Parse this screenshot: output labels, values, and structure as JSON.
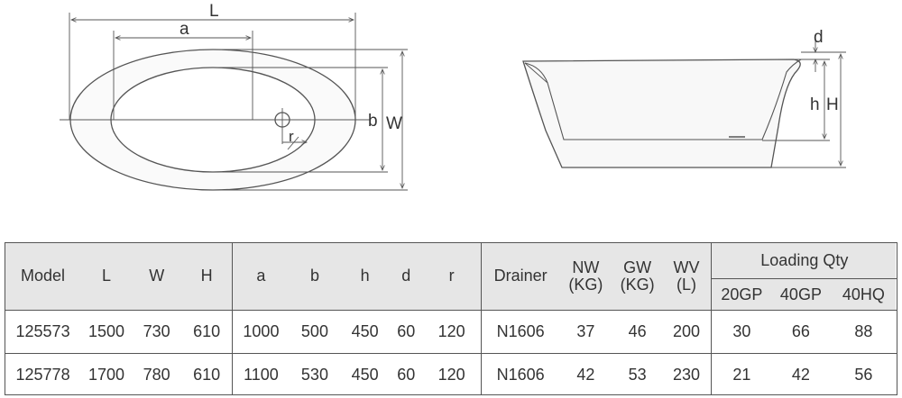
{
  "dimension_labels": {
    "top_view": {
      "L": "L",
      "a": "a",
      "b": "b",
      "W": "W",
      "r": "r"
    },
    "side_view": {
      "d": "d",
      "h": "h",
      "H": "H"
    }
  },
  "table": {
    "headers": {
      "model": "Model",
      "L": "L",
      "W": "W",
      "H": "H",
      "a": "a",
      "b": "b",
      "h": "h",
      "d": "d",
      "r": "r",
      "drainer": "Drainer",
      "nw_line1": "NW",
      "nw_line2": "(KG)",
      "gw_line1": "GW",
      "gw_line2": "(KG)",
      "wv_line1": "WV",
      "wv_line2": "(L)",
      "loading_qty": "Loading Qty",
      "gp20": "20GP",
      "gp40": "40GP",
      "hq40": "40HQ"
    },
    "rows": [
      {
        "model": "125573",
        "L": "1500",
        "W": "730",
        "H": "610",
        "a": "1000",
        "b": "500",
        "h": "450",
        "d": "60",
        "r": "120",
        "drainer": "N1606",
        "nw": "37",
        "gw": "46",
        "wv": "200",
        "gp20": "30",
        "gp40": "66",
        "hq40": "88"
      },
      {
        "model": "125778",
        "L": "1700",
        "W": "780",
        "H": "610",
        "a": "1100",
        "b": "530",
        "h": "450",
        "d": "60",
        "r": "120",
        "drainer": "N1606",
        "nw": "42",
        "gw": "53",
        "wv": "230",
        "gp20": "21",
        "gp40": "42",
        "hq40": "56"
      }
    ]
  }
}
